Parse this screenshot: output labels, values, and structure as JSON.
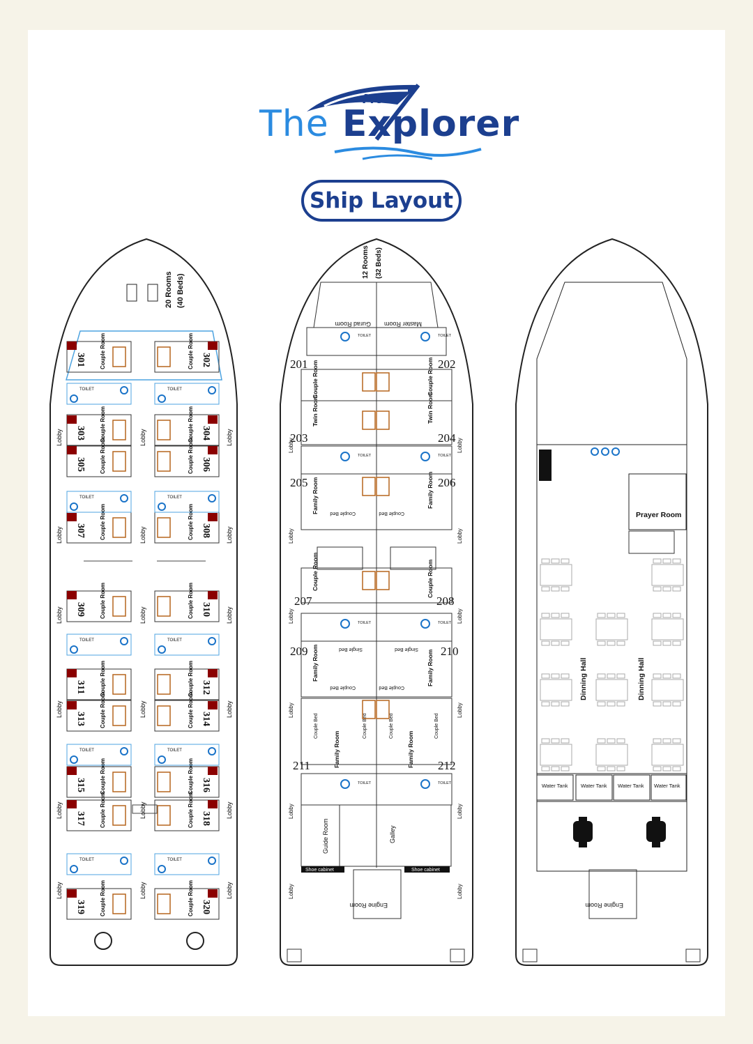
{
  "brand": {
    "mv": "MV",
    "the": "The",
    "explorer": "Explorer"
  },
  "title": "Ship Layout",
  "colors": {
    "hull": "#222222",
    "cabin": "#333333",
    "bed": "#b5651d",
    "accent": "#8b0000",
    "door": "#e0202a",
    "water": "#1a73c8",
    "wall": "#4da3e0"
  },
  "deck3": {
    "capacity_rooms": "20 Rooms",
    "capacity_beds": "(40 Beds)",
    "lobby": "Lobby",
    "toilet": "TOILET",
    "room_type": "Couple Room",
    "room_numbers": [
      "301",
      "302",
      "303",
      "304",
      "305",
      "306",
      "307",
      "308",
      "309",
      "310",
      "311",
      "312",
      "313",
      "314",
      "315",
      "316",
      "317",
      "318",
      "319",
      "320"
    ]
  },
  "deck2": {
    "capacity_rooms": "12 Rooms",
    "capacity_beds": "(32 Beds)",
    "gurad_room": "Gurad Room",
    "master_room": "Master Room",
    "room_numbers": [
      "201",
      "202",
      "203",
      "204",
      "205",
      "206",
      "207",
      "208",
      "209",
      "210",
      "211",
      "212"
    ],
    "couple_room": "Couple Room",
    "twin_room": "Twin Room",
    "family_room": "Family Room",
    "couple_bed": "Couple Bed",
    "single_bed": "Single Bed",
    "guide_room": "Guide Room",
    "galley": "Galley",
    "shoe_cabinet": "Shoe cabinet",
    "engine_room": "Engine Room",
    "lobby": "Lobby",
    "toilet": "TOILET"
  },
  "deck1": {
    "prayer_room": "Prayer Room",
    "dinning_hall": "Dinning Hall",
    "water_tank": "Water Tank",
    "engine_room": "Engine Room"
  }
}
